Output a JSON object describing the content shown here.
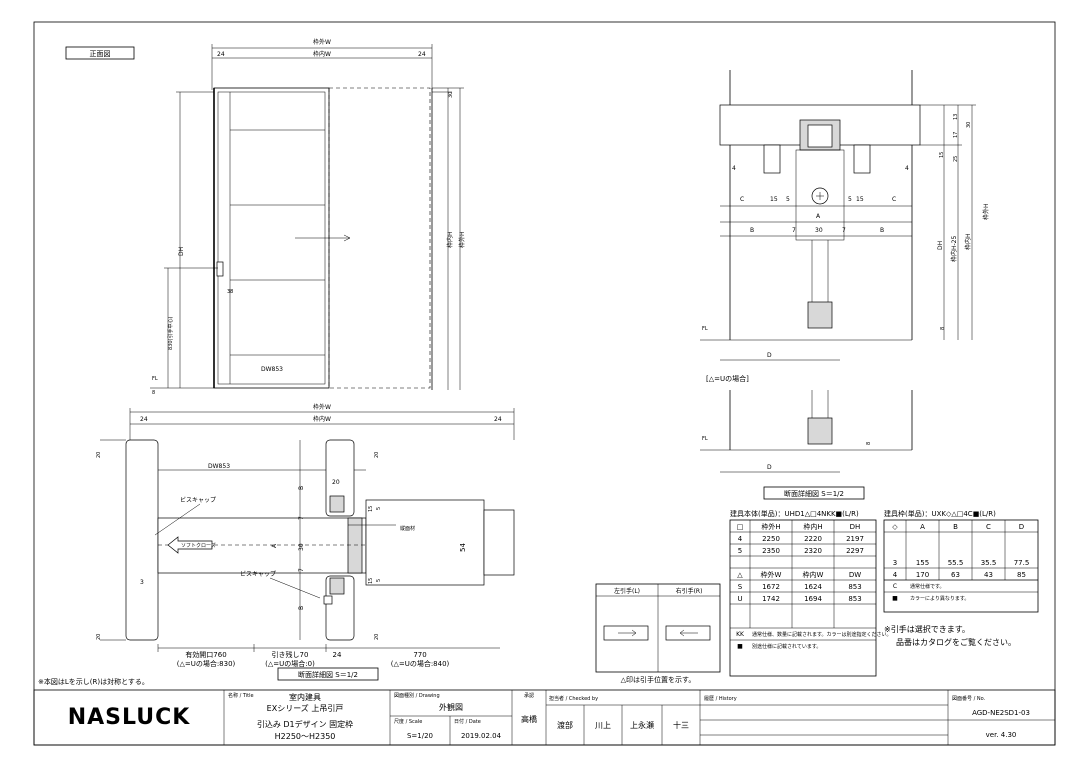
{
  "front_view": {
    "label": "正面図",
    "outer_w": "枠外W",
    "inner_w": "枠内W",
    "dim_24": "24",
    "dim_30": "30",
    "dh": "DH",
    "inner_h": "枠内H",
    "outer_h": "枠外H",
    "handle_center": "830(引手中心)",
    "dim_38": "38",
    "dw": "DW853",
    "fl": "FL",
    "dim_8": "8"
  },
  "plan_view": {
    "outer_w": "枠外W",
    "inner_w": "枠内W",
    "dim_24": "24",
    "dw": "DW853",
    "dim_20": "20",
    "screw_cap": "ビスキャップ",
    "soft_close": "ソフトクローズ",
    "dim_3": "3",
    "dim_A": "A",
    "dim_30": "30",
    "dim_B": "B",
    "dim_7": "7",
    "dim_15": "15",
    "dim_5": "5",
    "dim_54": "54",
    "stopper": "縦面材",
    "opening": "有効開口760",
    "opening_u": "(△=Uの場合:830)",
    "pull_margin": "引き残し70",
    "pull_margin_u": "(△=Uの場合:0)",
    "dim_770": "770",
    "dim_770_u": "(△=Uの場合:840)",
    "section_title": "断面詳細図 S＝1/2"
  },
  "section_view": {
    "dim_C": "C",
    "dim_15": "15",
    "dim_5": "5",
    "dim_A": "A",
    "dim_B": "B",
    "dim_7": "7",
    "dim_30": "30",
    "dim_4": "4",
    "dim_13": "13",
    "dim_17": "17",
    "dim_25": "25",
    "dh": "DH",
    "inner_h25": "枠内H-25",
    "inner_h": "枠内H",
    "outer_h": "枠外H",
    "fl": "FL",
    "dim_8": "8",
    "dim_D": "D",
    "u_case": "[△=Uの場合]",
    "section_title": "断面詳細図 S＝1/2"
  },
  "handle_diagram": {
    "left": "左引手(L)",
    "right": "右引手(R)",
    "note": "△印は引手位置を示す。"
  },
  "door_table": {
    "title": "建具本体(単品)：UHD1△□4NKK■(L/R)",
    "headers": [
      "□",
      "枠外H",
      "枠内H",
      "DH"
    ],
    "rows": [
      [
        "4",
        "2250",
        "2220",
        "2197"
      ],
      [
        "5",
        "2350",
        "2320",
        "2297"
      ]
    ],
    "headers2": [
      "△",
      "枠外W",
      "枠内W",
      "DW"
    ],
    "rows2": [
      [
        "S",
        "1672",
        "1624",
        "853"
      ],
      [
        "U",
        "1742",
        "1694",
        "853"
      ]
    ],
    "notes": [
      [
        "KK",
        "通常仕様、数量に記載されます。カラーは別途指定ください。"
      ],
      [
        "■",
        "別途仕様に記載されています。"
      ]
    ]
  },
  "frame_table": {
    "title": "建具枠(単品)：UXK◇△□4C■(L/R)",
    "headers": [
      "◇",
      "A",
      "B",
      "C",
      "D"
    ],
    "rows": [
      [
        "3",
        "155",
        "55.5",
        "35.5",
        "77.5"
      ],
      [
        "4",
        "170",
        "63",
        "43",
        "85"
      ]
    ],
    "notes": [
      [
        "C",
        "通常仕様です。"
      ],
      [
        "■",
        "カラーにより異なります。"
      ]
    ]
  },
  "remarks": {
    "line1": "※引手は選択できます。",
    "line2": "品番はカタログをご覧ください。",
    "footnote": "※本図はLを示し(R)は対称とする。"
  },
  "title_block": {
    "logo": "NASLUCK",
    "name_label": "名称 / Title",
    "name1": "室内建具",
    "name2": "EXシリーズ 上吊引戸",
    "name3": "引込み D1デザイン 固定枠",
    "name4": "H2250〜H2350",
    "drawing_label": "図面種別 / Drawing",
    "drawing": "外観図",
    "scale_label": "尺度 / Scale",
    "scale": "S=1/20",
    "date_label": "日付 / Date",
    "date": "2019.02.04",
    "approved_label": "承認",
    "approved": "高橋",
    "checked_label": "担当者 / Checked by",
    "check_names": [
      "渡部",
      "川上",
      "上永瀬",
      "十三"
    ],
    "history_label": "履歴 / History",
    "number_label": "図面番号 / No.",
    "number": "AGD-NE2SD1-03",
    "version": "ver. 4.30"
  }
}
